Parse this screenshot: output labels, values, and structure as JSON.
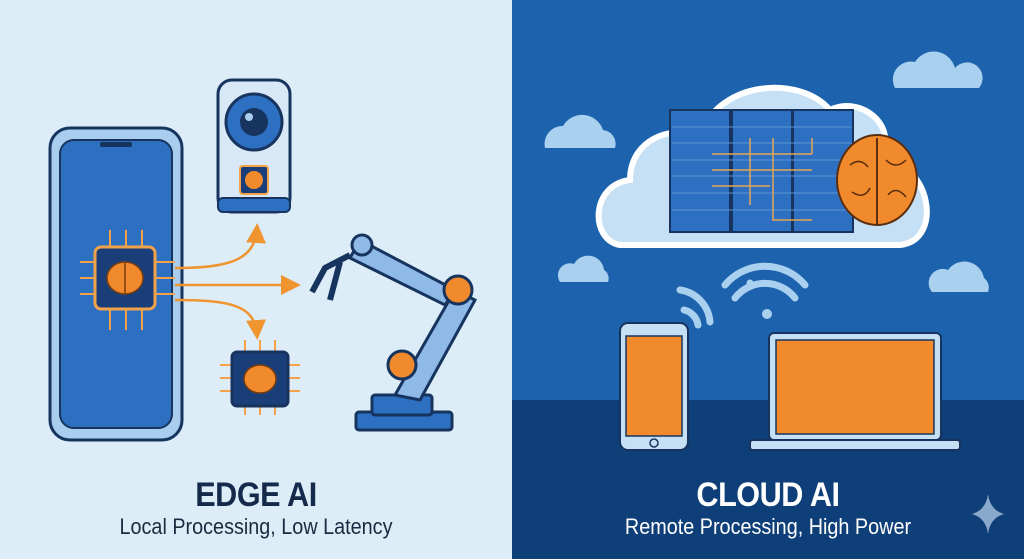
{
  "edge": {
    "title": "EDGE AI",
    "subtitle": "Local Processing, Low Latency"
  },
  "cloud": {
    "title": "CLOUD AI",
    "subtitle": "Remote Processing, High Power"
  },
  "colors": {
    "edge_bg": "#dcedf8",
    "cloud_bg": "#1d62ad",
    "cloud_band": "#0f3f78",
    "accent_orange": "#f08a2c",
    "device_blue": "#2d6fc0"
  }
}
